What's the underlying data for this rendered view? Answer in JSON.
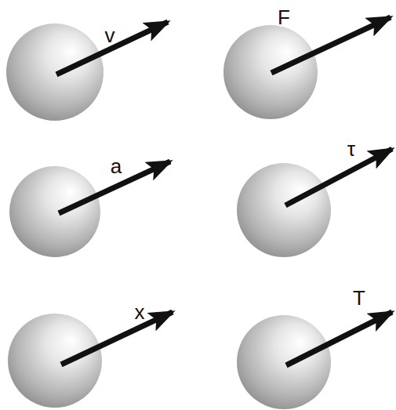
{
  "diagram": {
    "labels": [
      "v",
      "F",
      "a",
      "τ",
      "x",
      "T"
    ]
  }
}
